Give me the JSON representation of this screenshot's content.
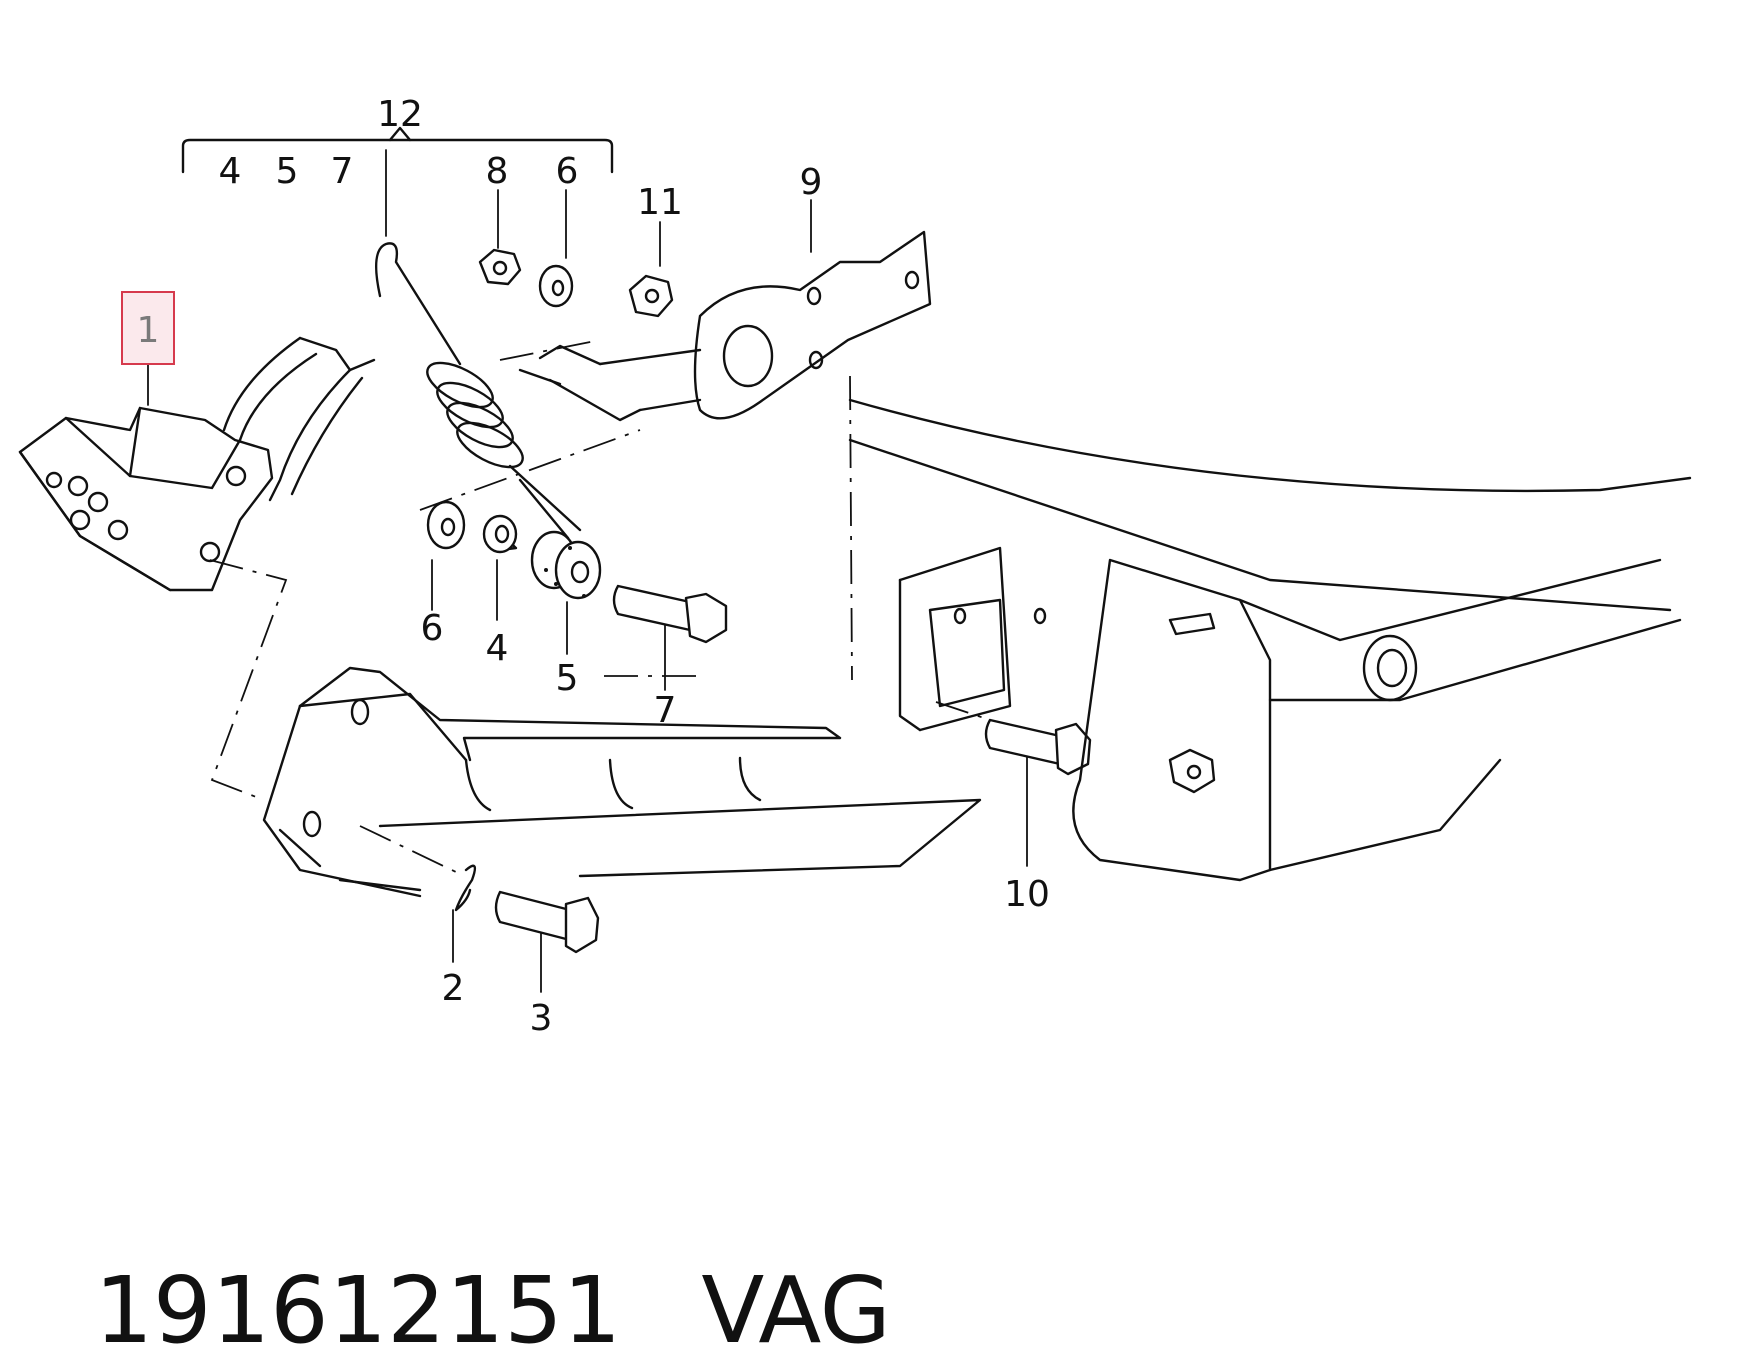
{
  "diagram": {
    "group_label": "12",
    "group_members": [
      "4",
      "5",
      "7",
      "8",
      "6"
    ],
    "callouts": [
      {
        "id": "c1",
        "label": "1"
      },
      {
        "id": "c2",
        "label": "2"
      },
      {
        "id": "c3",
        "label": "3"
      },
      {
        "id": "c4",
        "label": "4"
      },
      {
        "id": "c5",
        "label": "5"
      },
      {
        "id": "c6",
        "label": "6"
      },
      {
        "id": "c7",
        "label": "7"
      },
      {
        "id": "c8",
        "label": "8"
      },
      {
        "id": "c9",
        "label": "9"
      },
      {
        "id": "c10",
        "label": "10"
      },
      {
        "id": "c11",
        "label": "11"
      },
      {
        "id": "c6b",
        "label": "6"
      }
    ],
    "highlighted_callout": "1",
    "highlight_color": "#d63a4d"
  },
  "footer": {
    "part_number": "191612151",
    "brand": "VAG"
  }
}
